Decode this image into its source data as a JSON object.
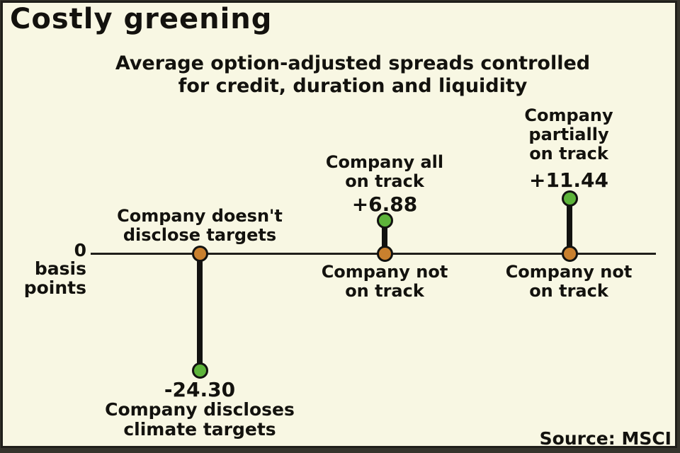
{
  "title": "Costly greening",
  "subtitle": {
    "line1": "Average option-adjusted spreads controlled",
    "line2": "for credit, duration and liquidity"
  },
  "axis": {
    "zero_label": "0\nbasis\npoints"
  },
  "source": "Source: MSCI",
  "colors": {
    "background": "#f8f7e3",
    "ink": "#13120e",
    "green_marker": "#5db43a",
    "orange_marker": "#c9802e"
  },
  "chart_data": {
    "type": "lollipop",
    "title": "Costly greening",
    "subtitle": "Average option-adjusted spreads controlled for credit, duration and liquidity",
    "ylabel": "basis points",
    "baseline_value": 0,
    "ylim": [
      -25,
      12
    ],
    "grid": false,
    "legend": "none",
    "source": "Source: MSCI",
    "points": [
      {
        "value": -24.3,
        "value_label": "-24.30",
        "baseline_label": "Company doesn't\ndisclose targets",
        "end_label": "Company discloses\nclimate targets",
        "baseline_marker_color": "#c9802e",
        "end_marker_color": "#5db43a"
      },
      {
        "value": 6.88,
        "value_label": "+6.88",
        "baseline_label": "Company not\non track",
        "end_label": "Company all\non track",
        "baseline_marker_color": "#c9802e",
        "end_marker_color": "#5db43a"
      },
      {
        "value": 11.44,
        "value_label": "+11.44",
        "baseline_label": "Company not\non track",
        "end_label": "Company\npartially\non track",
        "baseline_marker_color": "#c9802e",
        "end_marker_color": "#5db43a"
      }
    ]
  }
}
